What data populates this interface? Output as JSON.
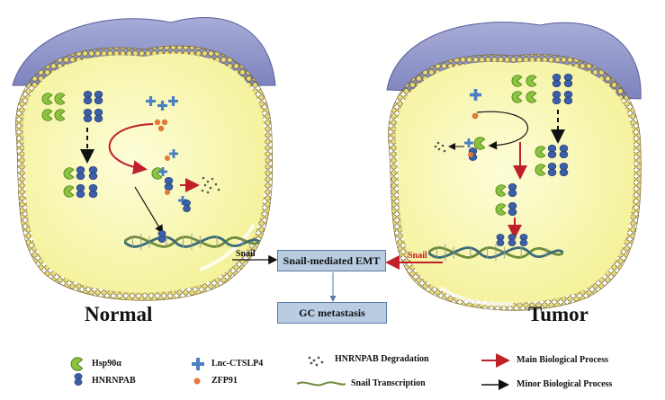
{
  "diagram": {
    "center_boxes": {
      "emt": "Snail-mediated EMT",
      "metastasis": "GC metastasis"
    },
    "cells": {
      "normal_label": "Normal",
      "tumor_label": "Tumor",
      "snail_label": "Snail"
    },
    "legend": {
      "hsp90a": "Hsp90α",
      "hnrnpab": "HNRNPAB",
      "lnc": "Lnc-CTSLP4",
      "zfp91": "ZFP91",
      "degradation": "HNRNPAB Degradation",
      "transcription": "Snail Transcription",
      "main_process": "Main Biological Process",
      "minor_process": "Minor Biological Process"
    },
    "colors": {
      "cytoplasm": "#fbfbb0",
      "nucleus_outer": "#8d93c9",
      "membrane_bead": "#e6d67a",
      "hsp90a": "#8ac43f",
      "hnrnpab": "#3b5fa8",
      "lnc": "#4a80c2",
      "zfp91": "#e07b39",
      "main_arrow": "#c0202a",
      "minor_arrow": "#111111",
      "box_fill": "#b9cde2"
    }
  }
}
